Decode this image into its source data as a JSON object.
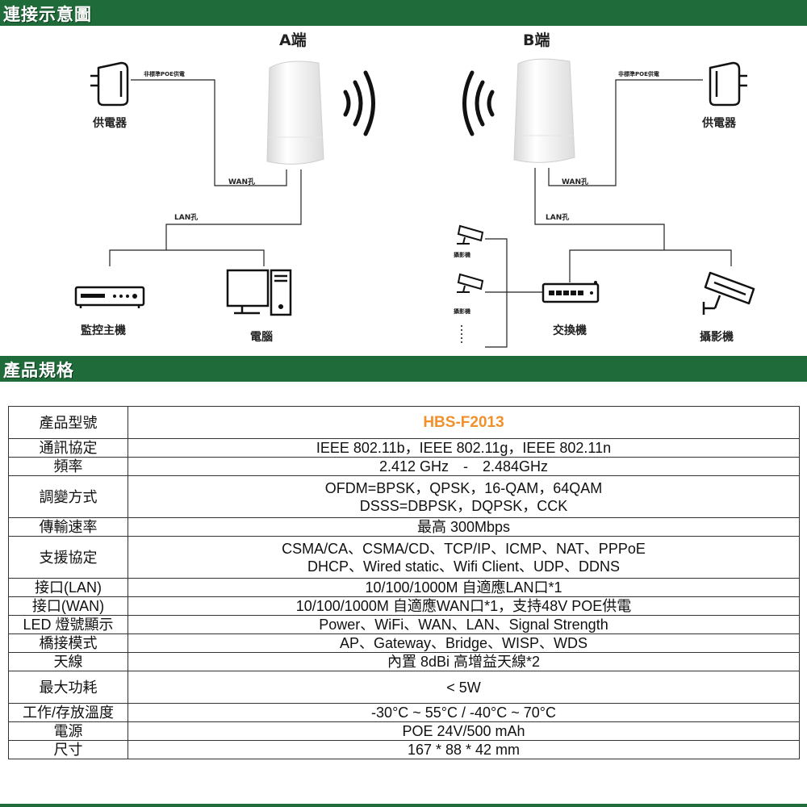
{
  "diagram": {
    "title": "連接示意圖",
    "end_a": "A端",
    "end_b": "B端",
    "poe_label_a": "非標準POE供電",
    "poe_label_b": "非標準POE供電",
    "power_a": "供電器",
    "power_b": "供電器",
    "wan_a": "WAN孔",
    "wan_b": "WAN孔",
    "lan_a": "LAN孔",
    "lan_b": "LAN孔",
    "nvr": "監控主機",
    "pc": "電腦",
    "switch": "交換機",
    "camera": "攝影機",
    "camera_small_1": "攝影機",
    "camera_small_2": "攝影機"
  },
  "specs": {
    "title": "產品規格",
    "rows": [
      {
        "key": "產品型號",
        "value": "HBS-F2013"
      },
      {
        "key": "通訊協定",
        "value": "IEEE 802.11b，IEEE 802.11g，IEEE 802.11n"
      },
      {
        "key": "頻率",
        "value": "2.412 GHz　-　2.484GHz"
      },
      {
        "key": "調變方式",
        "value": "OFDM=BPSK，QPSK，16-QAM，64QAM",
        "value2": "DSSS=DBPSK，DQPSK，CCK"
      },
      {
        "key": "傳輸速率",
        "value": "最高 300Mbps"
      },
      {
        "key": "支援協定",
        "value": "CSMA/CA、CSMA/CD、TCP/IP、ICMP、NAT、PPPoE",
        "value2": "DHCP、Wired static、Wifi Client、UDP、DDNS"
      },
      {
        "key": "接口(LAN)",
        "value": "10/100/1000M  自適應LAN口*1"
      },
      {
        "key": "接口(WAN)",
        "value": "10/100/1000M  自適應WAN口*1，支持48V POE供電"
      },
      {
        "key": "LED  燈號顯示",
        "value": "Power、WiFi、WAN、LAN、Signal Strength"
      },
      {
        "key": "橋接模式",
        "value": "AP、Gateway、Bridge、WISP、WDS"
      },
      {
        "key": "天線",
        "value": "內置  8dBi  高增益天線*2"
      },
      {
        "key": "最大功耗",
        "value": "< 5W"
      },
      {
        "key": "工作/存放溫度",
        "value": "-30°C ~ 55°C / -40°C ~ 70°C"
      },
      {
        "key": "電源",
        "value": "POE 24V/500 mAh"
      },
      {
        "key": "尺寸",
        "value": "167 * 88 * 42 mm"
      }
    ]
  }
}
